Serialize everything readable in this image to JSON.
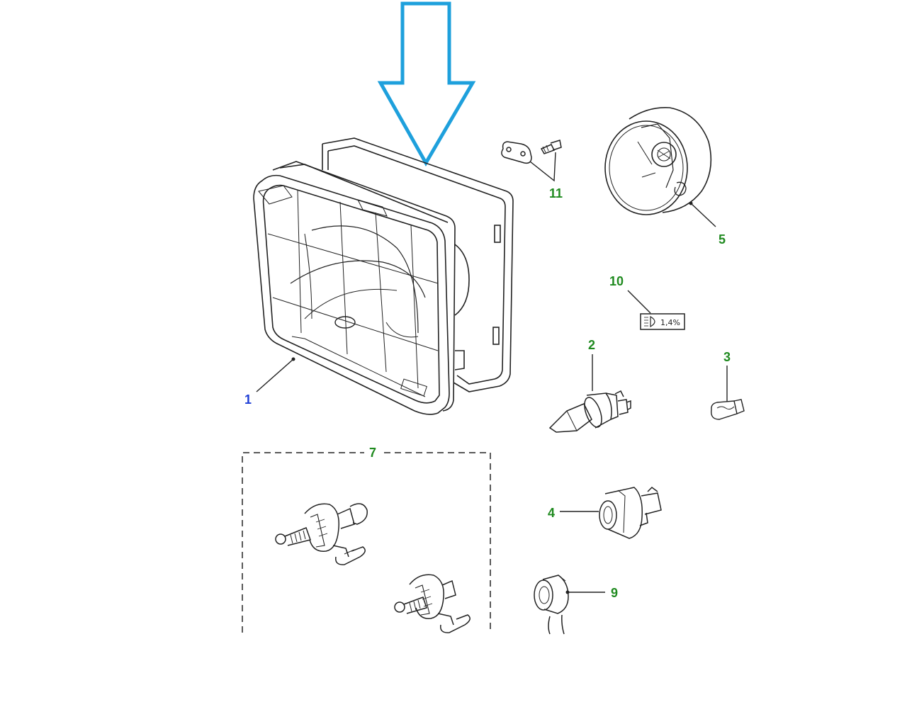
{
  "diagram": {
    "colors": {
      "arrow": "#1ea0dc",
      "callout_green": "#1f8a1f",
      "callout_blue": "#1f3fd6",
      "line": "#222222"
    },
    "callouts": {
      "c1": "1",
      "c2": "2",
      "c3": "3",
      "c4": "4",
      "c5": "5",
      "c7": "7",
      "c9": "9",
      "c10": "10",
      "c11": "11"
    },
    "badge_text": "1,4%"
  }
}
